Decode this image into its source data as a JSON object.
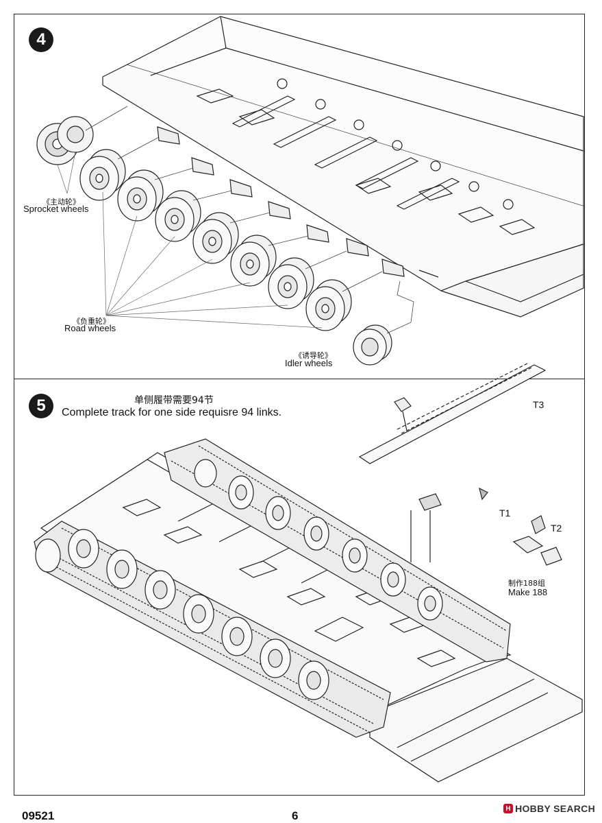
{
  "step4": {
    "number": "4",
    "labels": {
      "sprocket_cn": "《主动轮》",
      "sprocket_en": "Sprocket wheels",
      "road_cn": "《负重轮》",
      "road_en": "Road wheels",
      "idler_cn": "《诱导轮》",
      "idler_en": "Idler wheels"
    }
  },
  "step5": {
    "number": "5",
    "instruction_cn": "单侧履带需要94节",
    "instruction_en": "Complete track for one side requisre 94 links.",
    "parts": {
      "t1": "T1",
      "t2": "T2",
      "t3": "T3"
    },
    "make_cn": "制作188组",
    "make_en": "Make 188"
  },
  "footer": {
    "code": "09521",
    "page": "6"
  },
  "watermark": {
    "logo": "H",
    "text": "HOBBY SEARCH"
  }
}
